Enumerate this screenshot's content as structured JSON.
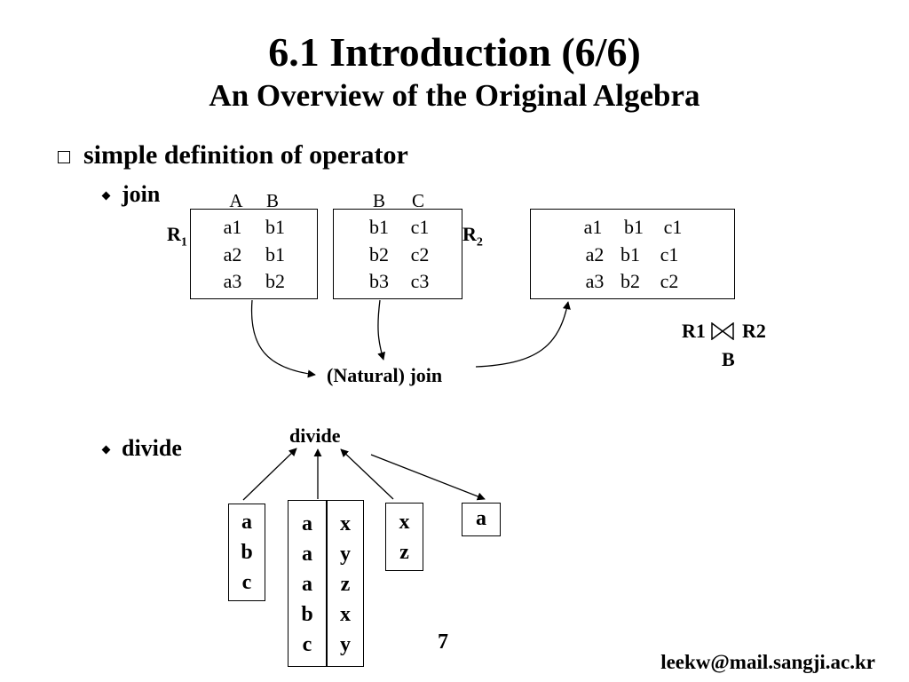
{
  "slide": {
    "title": "6.1 Introduction  (6/6)",
    "subtitle": "An Overview of the Original Algebra",
    "bullet_main": "simple definition of operator",
    "bullet_join": "join",
    "bullet_divide": "divide",
    "page_number": "7",
    "footer_email": "leekw@mail.sangji.ac.kr"
  },
  "join": {
    "r1": {
      "label": "R",
      "subscript": "1",
      "headers": [
        "A",
        "B"
      ],
      "rows": [
        [
          "a1",
          "b1"
        ],
        [
          "a2",
          "b1"
        ],
        [
          "a3",
          "b2"
        ]
      ]
    },
    "r2": {
      "label": "R",
      "subscript": "2",
      "headers": [
        "B",
        "C"
      ],
      "rows": [
        [
          "b1",
          "c1"
        ],
        [
          "b2",
          "c2"
        ],
        [
          "b3",
          "c3"
        ]
      ]
    },
    "result": {
      "rows": [
        [
          "a1",
          "b1",
          "c1"
        ],
        [
          "a2",
          "b1",
          "c1"
        ],
        [
          "a3",
          "b2",
          "c2"
        ]
      ]
    },
    "operator_label": "(Natural) join",
    "expression_left": "R1",
    "expression_right": "R2",
    "expression_sub": "B"
  },
  "divide": {
    "label": "divide",
    "dividend_col1": [
      "a",
      "b",
      "c"
    ],
    "table_col_a": [
      "a",
      "a",
      "a",
      "b",
      "c"
    ],
    "table_col_b": [
      "x",
      "y",
      "z",
      "x",
      "y"
    ],
    "divisor": [
      "x",
      "z"
    ],
    "result": [
      "a"
    ]
  }
}
